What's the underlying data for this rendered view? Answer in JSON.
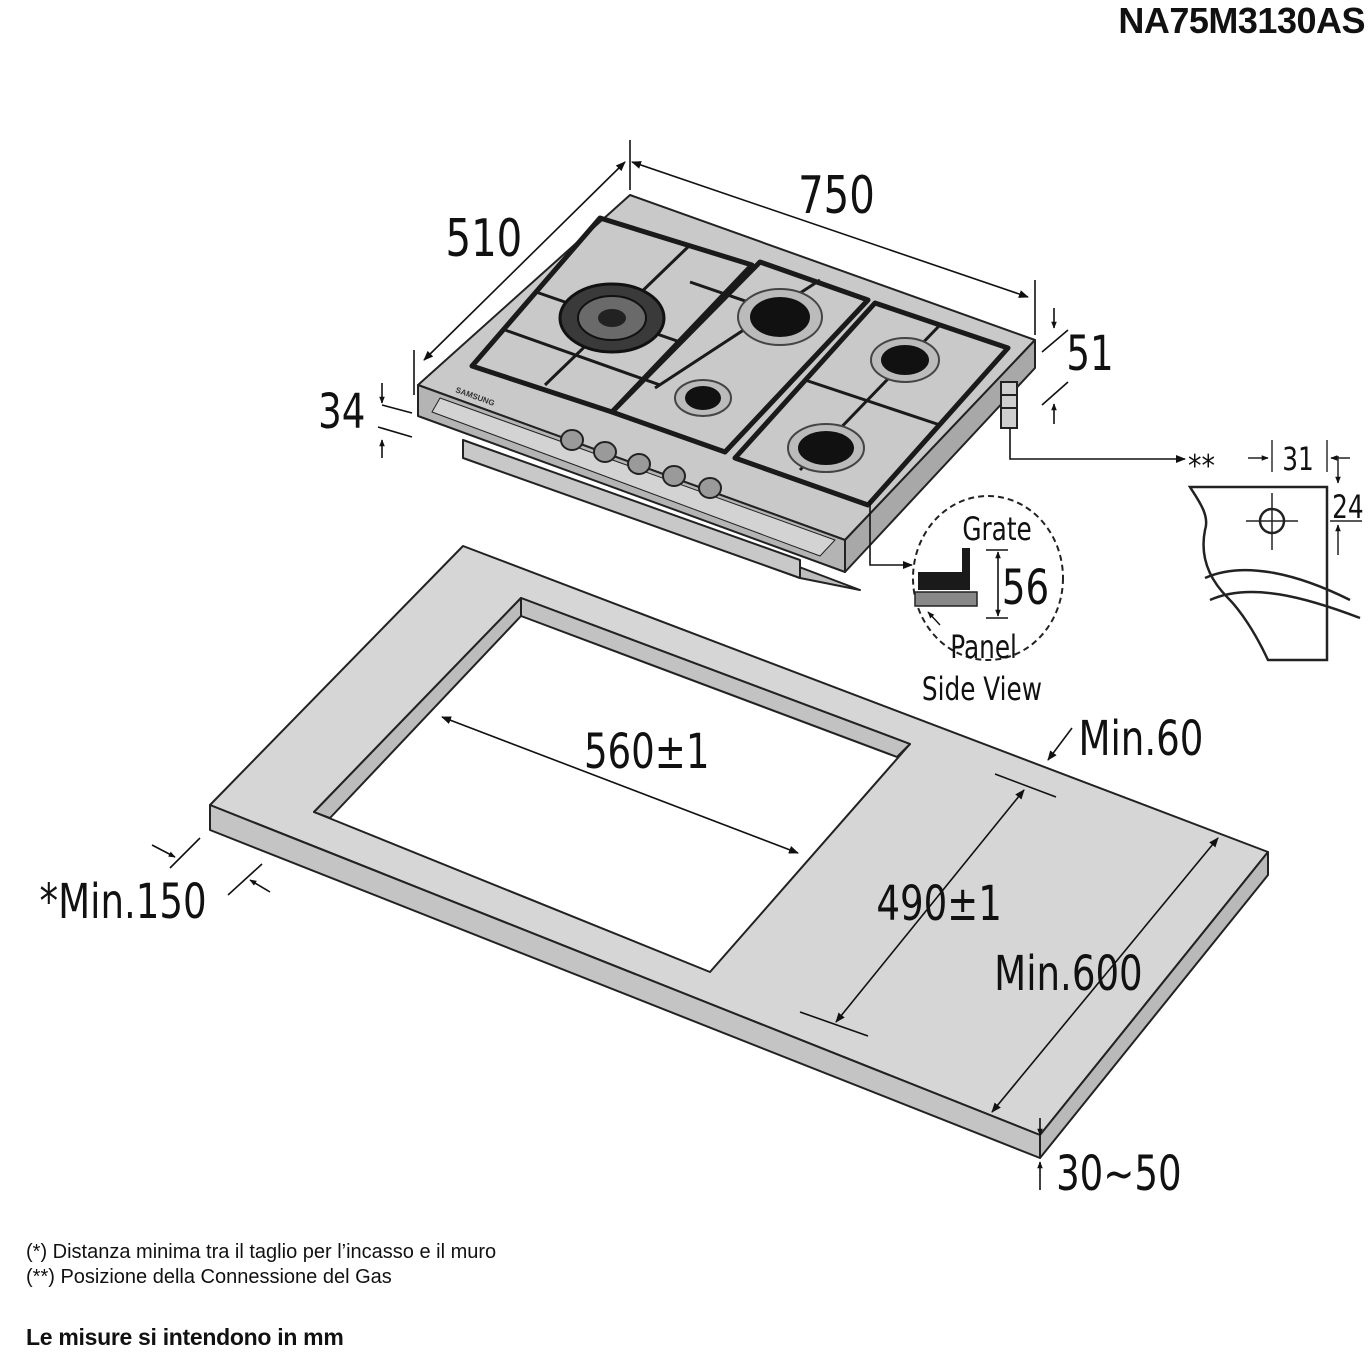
{
  "model": "NA75M3130AS",
  "dimensions": {
    "hob_width": "750",
    "hob_depth": "510",
    "hob_height": "34",
    "connector_offset": "51",
    "gas_offset_x": "31",
    "gas_offset_y": "24",
    "grate_height": "56",
    "cutout_width": "560±1",
    "cutout_depth": "490±1",
    "min_back": "Min.60",
    "min_front": "*Min.150",
    "min_worktop_depth": "Min.600",
    "worktop_thickness": "30~50"
  },
  "labels": {
    "gas_marker": "**",
    "grate": "Grate",
    "panel": "Panel",
    "side_view": "Side View",
    "brand": "SAMSUNG"
  },
  "notes": [
    "(*) Distanza minima tra il taglio per l’incasso e il muro",
    "(**) Posizione della Connessione del Gas"
  ],
  "units_note": "Le misure si intendono in mm"
}
